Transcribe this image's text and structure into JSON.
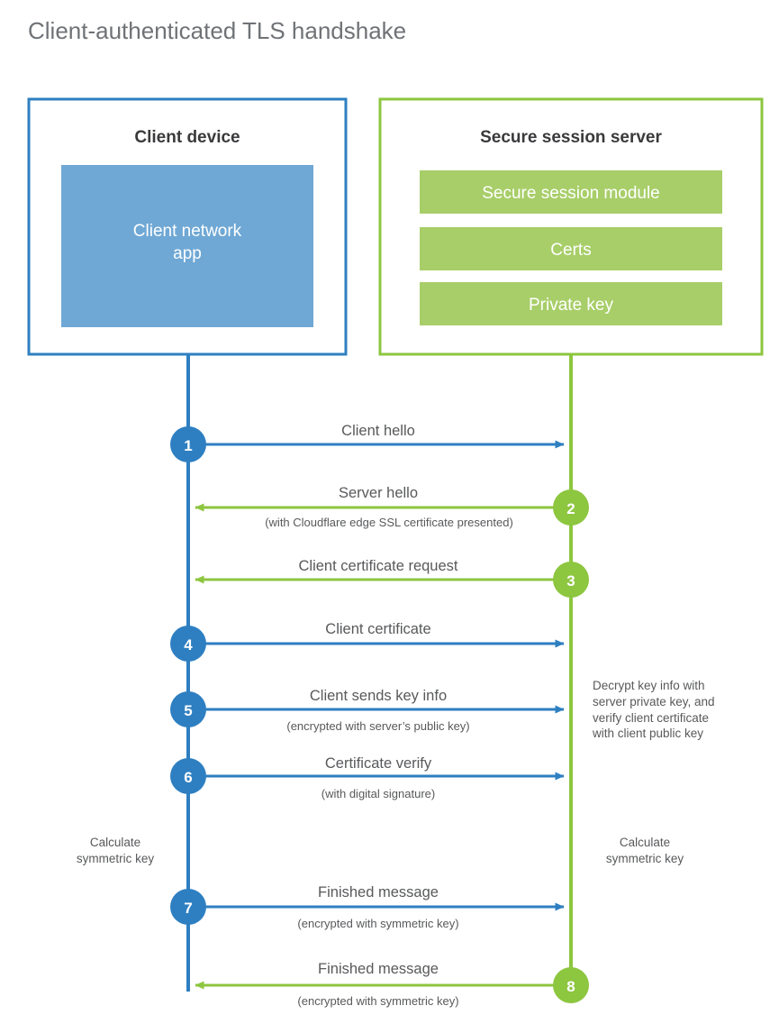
{
  "title": "Client-authenticated TLS handshake",
  "colors": {
    "blue": "#2E7FC1",
    "blue_fill": "#6FA8D5",
    "green": "#8DC63F",
    "green_fill": "#A8CE69",
    "title_gray": "#6f7276",
    "text_gray": "#58595b",
    "heading_gray": "#3a3a3c",
    "background": "#ffffff"
  },
  "client_box": {
    "title": "Client device",
    "inner": {
      "line1": "Client network",
      "line2": "app"
    }
  },
  "server_box": {
    "title": "Secure session server",
    "modules": [
      {
        "label": "Secure session module"
      },
      {
        "label": "Certs"
      },
      {
        "label": "Private key"
      }
    ]
  },
  "steps": [
    {
      "num": "1",
      "label": "Client hello",
      "sub": "",
      "direction": "client-to-server",
      "color": "blue"
    },
    {
      "num": "2",
      "label": "Server hello",
      "sub": "(with Cloudflare edge SSL certificate presented)",
      "direction": "server-to-client",
      "color": "green"
    },
    {
      "num": "3",
      "label": "Client certificate request",
      "sub": "",
      "direction": "server-to-client",
      "color": "green"
    },
    {
      "num": "4",
      "label": "Client certificate",
      "sub": "",
      "direction": "client-to-server",
      "color": "blue"
    },
    {
      "num": "5",
      "label": "Client sends key info",
      "sub": "(encrypted with server’s public key)",
      "direction": "client-to-server",
      "color": "blue"
    },
    {
      "num": "6",
      "label": "Certificate verify",
      "sub": "(with digital signature)",
      "direction": "client-to-server",
      "color": "blue"
    },
    {
      "num": "7",
      "label": "Finished message",
      "sub": "(encrypted with symmetric key)",
      "direction": "client-to-server",
      "color": "blue"
    },
    {
      "num": "8",
      "label": "Finished message",
      "sub": "(encrypted with symmetric key)",
      "direction": "server-to-client",
      "color": "green"
    }
  ],
  "annotations": {
    "server_decrypt": [
      "Decrypt key info with",
      "server private key, and",
      "verify client certificate",
      "with client public key"
    ],
    "client_calc": [
      "Calculate",
      "symmetric key"
    ],
    "server_calc": [
      "Calculate",
      "symmetric key"
    ]
  }
}
